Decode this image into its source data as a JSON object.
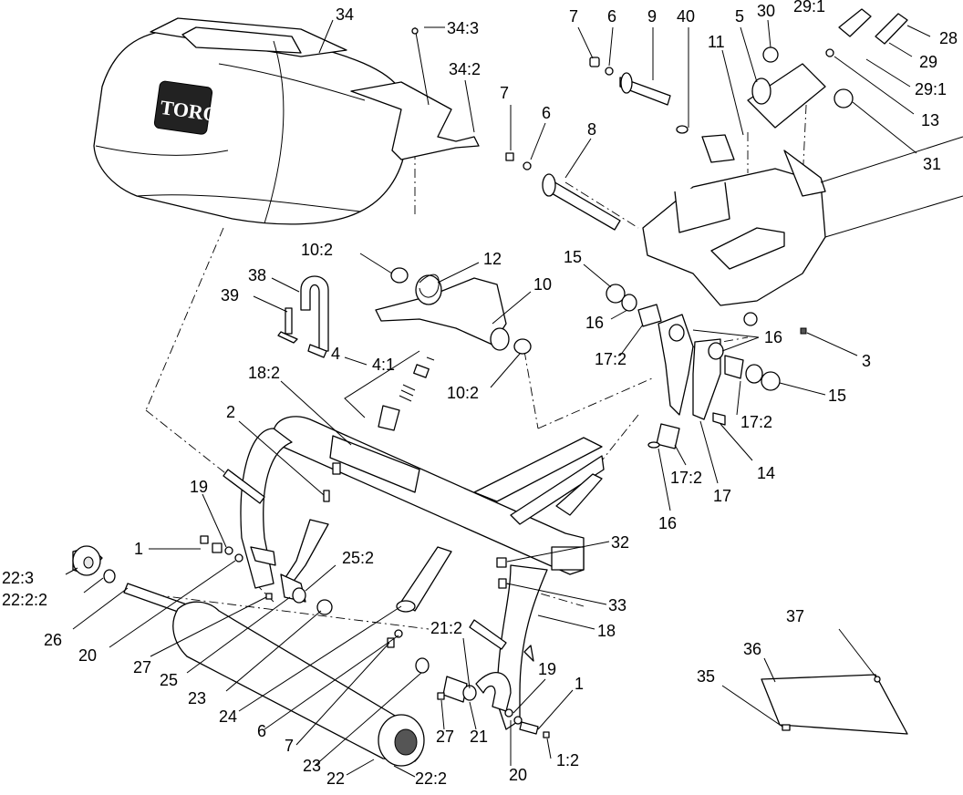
{
  "diagram": {
    "logo_text": "TORO",
    "callouts": [
      {
        "id": "c1",
        "text": "34"
      },
      {
        "id": "c2",
        "text": "34:3"
      },
      {
        "id": "c3",
        "text": "34:2"
      },
      {
        "id": "c4",
        "text": "7"
      },
      {
        "id": "c5",
        "text": "6"
      },
      {
        "id": "c6",
        "text": "9"
      },
      {
        "id": "c7",
        "text": "40"
      },
      {
        "id": "c8",
        "text": "5"
      },
      {
        "id": "c9",
        "text": "30"
      },
      {
        "id": "c10",
        "text": "29:1"
      },
      {
        "id": "c11",
        "text": "28"
      },
      {
        "id": "c12",
        "text": "29"
      },
      {
        "id": "c13",
        "text": "29:1"
      },
      {
        "id": "c14",
        "text": "11"
      },
      {
        "id": "c15",
        "text": "13"
      },
      {
        "id": "c16",
        "text": "31"
      },
      {
        "id": "c17",
        "text": "7"
      },
      {
        "id": "c18",
        "text": "6"
      },
      {
        "id": "c19",
        "text": "8"
      },
      {
        "id": "c20",
        "text": "10:2"
      },
      {
        "id": "c21",
        "text": "12"
      },
      {
        "id": "c22",
        "text": "10"
      },
      {
        "id": "c23",
        "text": "15"
      },
      {
        "id": "c24",
        "text": "16"
      },
      {
        "id": "c25",
        "text": "17:2"
      },
      {
        "id": "c26",
        "text": "16"
      },
      {
        "id": "c27",
        "text": "3"
      },
      {
        "id": "c28",
        "text": "38"
      },
      {
        "id": "c29",
        "text": "39"
      },
      {
        "id": "c30",
        "text": "4"
      },
      {
        "id": "c31",
        "text": "4:1"
      },
      {
        "id": "c32",
        "text": "10:2"
      },
      {
        "id": "c33",
        "text": "15"
      },
      {
        "id": "c34",
        "text": "17:2"
      },
      {
        "id": "c35",
        "text": "14"
      },
      {
        "id": "c36",
        "text": "18:2"
      },
      {
        "id": "c37",
        "text": "2"
      },
      {
        "id": "c38",
        "text": "17:2"
      },
      {
        "id": "c39",
        "text": "17"
      },
      {
        "id": "c40",
        "text": "16"
      },
      {
        "id": "c41",
        "text": "19"
      },
      {
        "id": "c42",
        "text": "1"
      },
      {
        "id": "c43",
        "text": "22:3"
      },
      {
        "id": "c44",
        "text": "22:2:2"
      },
      {
        "id": "c45",
        "text": "26"
      },
      {
        "id": "c46",
        "text": "20"
      },
      {
        "id": "c47",
        "text": "25:2"
      },
      {
        "id": "c48",
        "text": "27"
      },
      {
        "id": "c49",
        "text": "25"
      },
      {
        "id": "c50",
        "text": "23"
      },
      {
        "id": "c51",
        "text": "32"
      },
      {
        "id": "c52",
        "text": "33"
      },
      {
        "id": "c53",
        "text": "18"
      },
      {
        "id": "c54",
        "text": "37"
      },
      {
        "id": "c55",
        "text": "36"
      },
      {
        "id": "c56",
        "text": "35"
      },
      {
        "id": "c57",
        "text": "24"
      },
      {
        "id": "c58",
        "text": "21:2"
      },
      {
        "id": "c59",
        "text": "19"
      },
      {
        "id": "c60",
        "text": "1"
      },
      {
        "id": "c61",
        "text": "6"
      },
      {
        "id": "c62",
        "text": "7"
      },
      {
        "id": "c63",
        "text": "27"
      },
      {
        "id": "c64",
        "text": "21"
      },
      {
        "id": "c65",
        "text": "1:2"
      },
      {
        "id": "c66",
        "text": "23"
      },
      {
        "id": "c67",
        "text": "22"
      },
      {
        "id": "c68",
        "text": "20"
      },
      {
        "id": "c69",
        "text": "22:2"
      }
    ]
  }
}
